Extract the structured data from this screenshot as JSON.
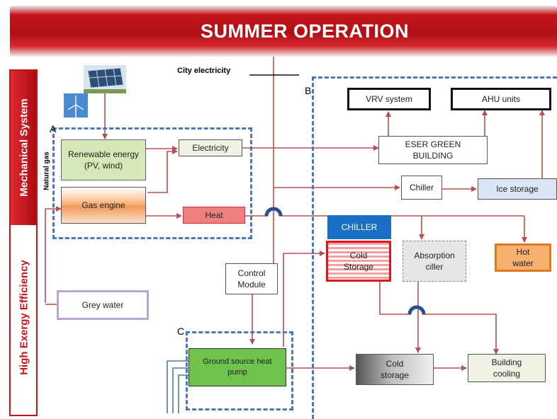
{
  "title": "SUMMER OPERATION",
  "sidebar": {
    "top_label": "Mechanical System",
    "bottom_label": "High Exergy  Efficiency"
  },
  "section_labels": {
    "a": "A",
    "b": "B",
    "c": "C"
  },
  "city_electricity": "City electricity",
  "natural_gas": "Natural gas",
  "boxes": {
    "renewable": "Renewable energy (PV, wind)",
    "electricity": "Electricity",
    "gas_engine": "Gas engine",
    "heat": "Heat",
    "grey_water": "Grey water",
    "control_module": "Control Module",
    "ground_source": "Ground source heat pump",
    "vrv": "VRV system",
    "ahu": "AHU units",
    "eser": "ESER GREEN BUILDING",
    "chiller": "Chiller",
    "ice_storage": "Ice storage",
    "chiller_tank": "CHİLLER",
    "cold_storage_tank": "Cold Storage",
    "absorption": "Absorption ciller",
    "hot_water": "Hot water",
    "cold_storage": "Cold storage",
    "building_cooling": "Building cooling"
  },
  "colors": {
    "banner_red": "#c4141a",
    "arrow_red": "#b85050",
    "dashed_blue": "#4a78b8",
    "renewable_green": "#d6e8b8",
    "heat_pump_green": "#6fc34a",
    "hot_water_orange": "#e0781e",
    "chiller_blue": "#1a6fc4"
  },
  "icons": [
    "solar-panel-icon",
    "wind-turbine-icon"
  ]
}
